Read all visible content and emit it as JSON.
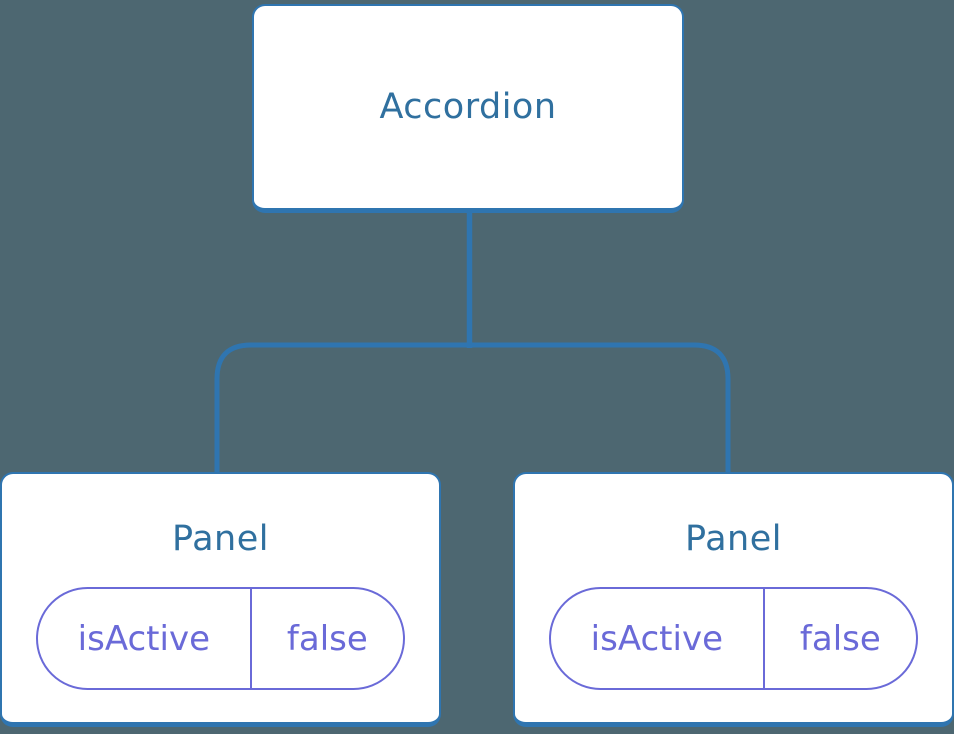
{
  "diagram": {
    "type": "component-tree",
    "colors": {
      "background": "#4D6771",
      "connector_line": "#2F75B0",
      "node_border": "#2F75B0",
      "node_background": "#FFFFFF",
      "node_title_text": "#30709F",
      "state_accent": "#6A6AD8"
    },
    "tree": {
      "root": {
        "label": "Accordion"
      },
      "children": [
        {
          "label": "Panel",
          "state": {
            "name": "isActive",
            "value": "false"
          }
        },
        {
          "label": "Panel",
          "state": {
            "name": "isActive",
            "value": "false"
          }
        }
      ]
    }
  }
}
